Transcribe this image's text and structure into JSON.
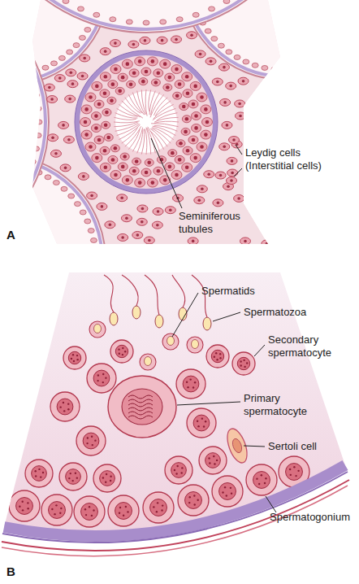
{
  "diagram": {
    "labels": [
      "Leydig cells (Interstitial cells)",
      "Seminiferous tubules",
      "A",
      "Spermatids",
      "Spermatozoa",
      "Secondary spermatocyte",
      "Primary spermatocyte",
      "Sertoli cell",
      "Spermatogonium",
      "B"
    ]
  }
}
